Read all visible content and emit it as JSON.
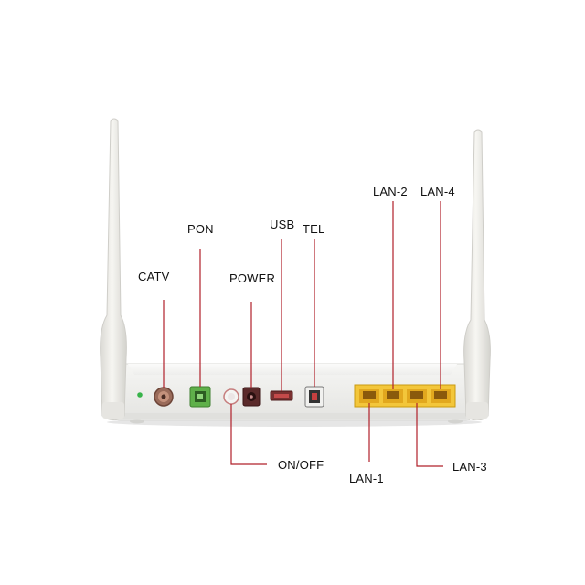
{
  "labels": {
    "catv": "CATV",
    "pon": "PON",
    "power": "POWER",
    "usb": "USB",
    "tel": "TEL",
    "lan2": "LAN-2",
    "lan4": "LAN-4",
    "on_off": "ON/OFF",
    "lan1": "LAN-1",
    "lan3": "LAN-3"
  },
  "colors": {
    "leader_line": "#b0202a",
    "device_body": "#f1f1ef",
    "antenna": "#efeeea",
    "pon_port": "#5fb04a",
    "lan_port": "#f3c63a",
    "indicator_led": "#38b34a"
  },
  "antennas": [
    "left-antenna",
    "right-antenna"
  ],
  "lan_port_count": 4
}
